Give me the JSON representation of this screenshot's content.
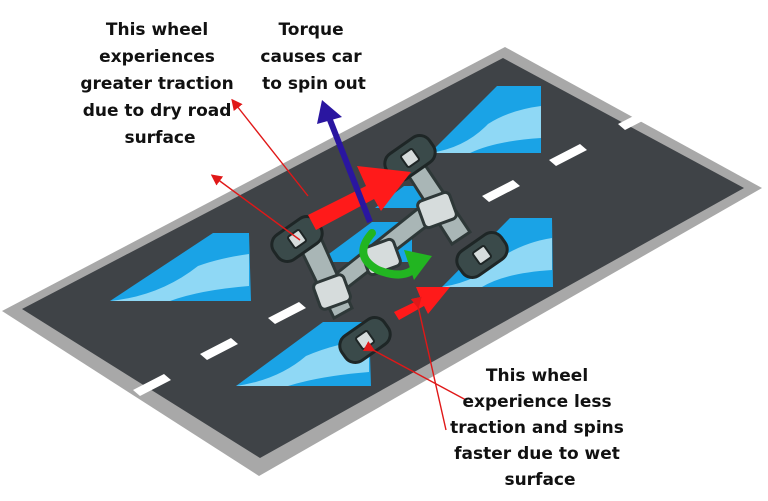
{
  "labels": {
    "dry_wheel": [
      "This wheel",
      "experiences",
      "greater traction",
      "due to dry road",
      "surface"
    ],
    "torque": [
      "Torque",
      "causes car",
      "to spin out"
    ],
    "wet_wheel": [
      "This wheel",
      "experience less",
      "traction and spins",
      "faster due to wet",
      "surface"
    ]
  },
  "colors": {
    "road": "#3f4347",
    "curb": "#a8a8a8",
    "lane_marking": "#ffffff",
    "water": "#1aa3e6",
    "water_light": "#8fd8f5",
    "force_arrow": "#ff1a1a",
    "torque_arrow": "#2a16a0",
    "rotation_arrow": "#22b521",
    "wheel": "#3a4a4a",
    "chassis": "#cfd6d6",
    "pointer_line": "#e01818"
  },
  "icons": [
    "wheel-icon",
    "water-puddle-icon",
    "force-arrow-icon",
    "torque-arrow-icon",
    "rotation-arrow-icon"
  ]
}
